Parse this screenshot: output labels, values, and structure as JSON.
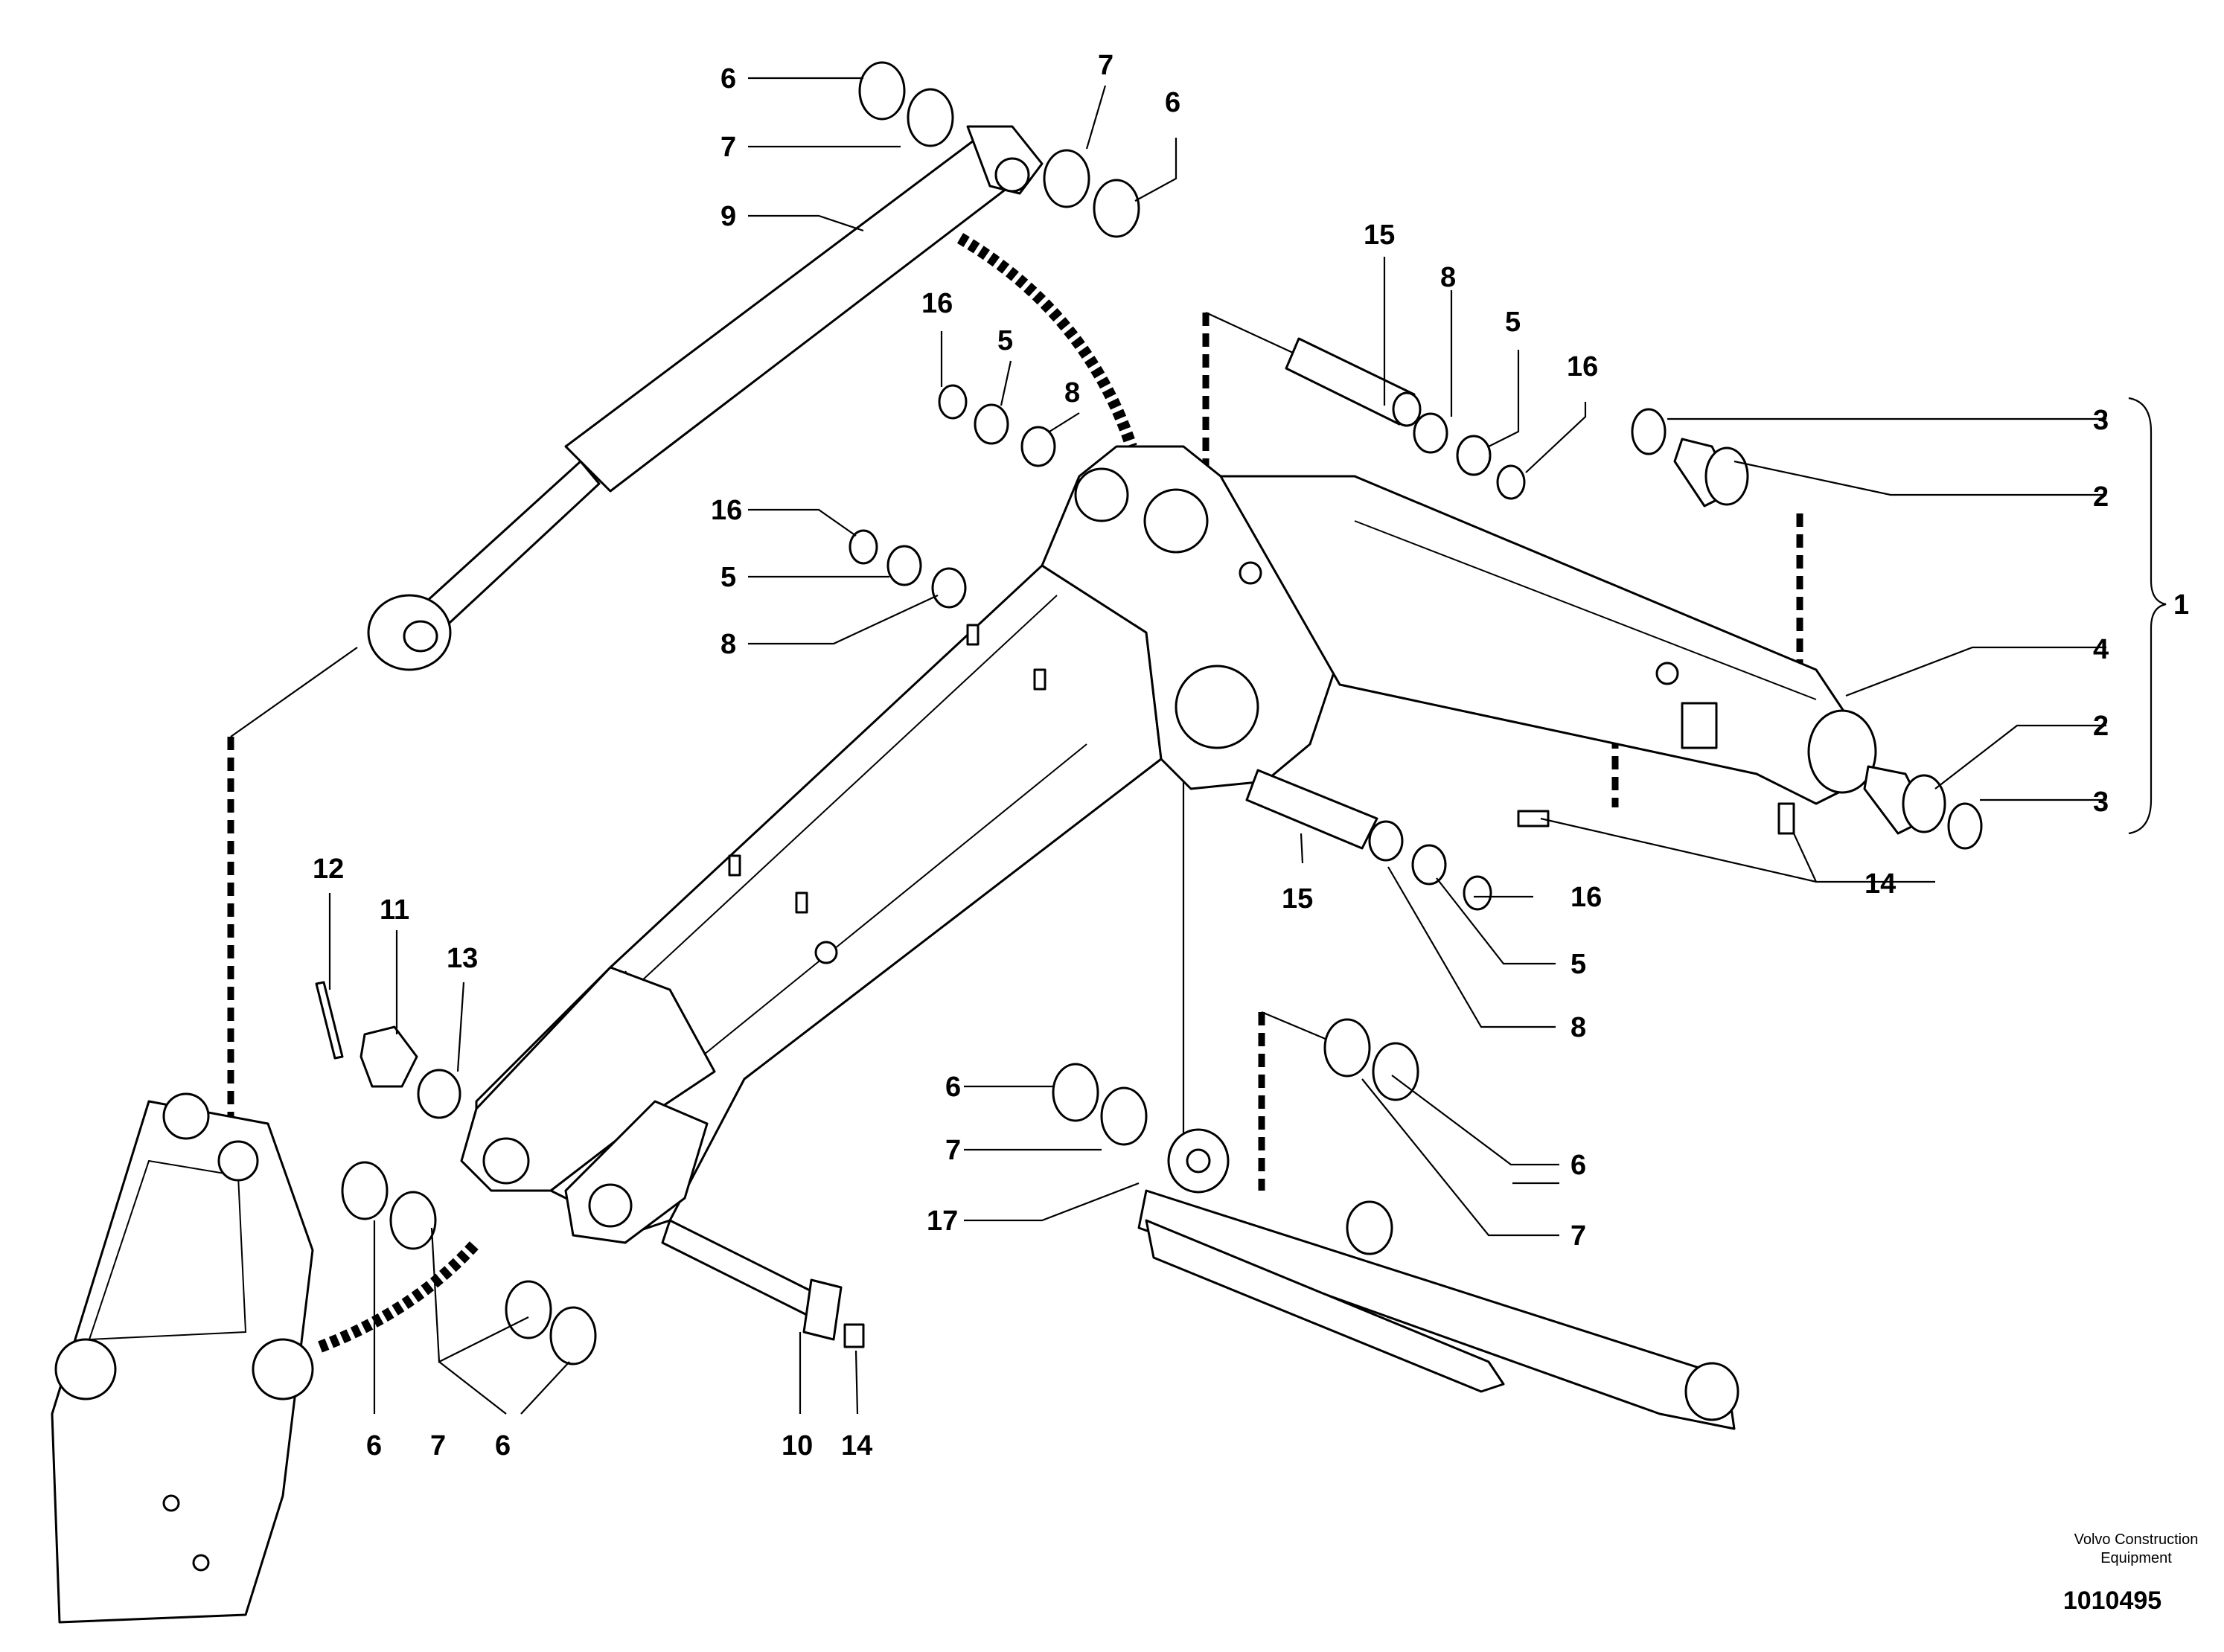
{
  "diagram": {
    "callouts": {
      "n1": "1",
      "n2": "2",
      "n3": "3",
      "n4": "4",
      "n5": "5",
      "n6": "6",
      "n7": "7",
      "n8": "8",
      "n9": "9",
      "n10": "10",
      "n11": "11",
      "n12": "12",
      "n13": "13",
      "n14": "14",
      "n15": "15",
      "n16": "16",
      "n17": "17"
    },
    "brand_line1": "Volvo Construction",
    "brand_line2": "Equipment",
    "document_number": "1010495"
  }
}
